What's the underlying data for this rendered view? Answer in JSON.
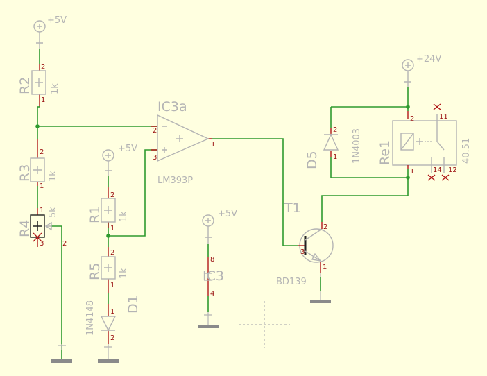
{
  "colors": {
    "background": "#ffffe0",
    "wire": "#2e9a2e",
    "pin_lead": "#b01818",
    "symbol": "#b4b4b4",
    "ground": "#8a8a8a"
  },
  "supplies": {
    "plus5v_top": "+5V",
    "plus5v_r1": "+5V",
    "plus5v_ic3": "+5V",
    "plus24v": "+24V"
  },
  "components": {
    "r2": {
      "name": "R2",
      "value": "1k",
      "pin_top": "2",
      "pin_bottom": "1"
    },
    "r3": {
      "name": "R3",
      "value": "1k",
      "pin_top": "2",
      "pin_bottom": "1"
    },
    "r4": {
      "name": "R4",
      "value": "5k",
      "pin_top": "1",
      "pin_bottom": "3",
      "pin_wiper": "2"
    },
    "r1": {
      "name": "R1",
      "value": "1k",
      "pin_top": "2",
      "pin_bottom": "1"
    },
    "r5": {
      "name": "R5",
      "value": "1k",
      "pin_top": "2",
      "pin_bottom": "1"
    },
    "d1": {
      "name": "D1",
      "value": "1N4148",
      "pin_top": "1",
      "pin_bottom": "2"
    },
    "ic3a": {
      "name": "IC3a",
      "value": "LM393P",
      "pin_minus": "2",
      "pin_plus": "3",
      "pin_out": "1"
    },
    "ic3": {
      "name": "IC3",
      "pin_top": "8",
      "pin_bottom": "4"
    },
    "t1": {
      "name": "T1",
      "value": "BD139",
      "pin_base": "3",
      "pin_collector": "2",
      "pin_emitter": "1"
    },
    "d5": {
      "name": "D5",
      "value": "1N4003",
      "pin_top": "2",
      "pin_bottom": "1"
    },
    "re1": {
      "name": "Re1",
      "value": "40.51",
      "pin_coil_top": "2",
      "pin_coil_bottom": "1",
      "pin_11": "11",
      "pin_14": "14",
      "pin_12": "12"
    }
  }
}
